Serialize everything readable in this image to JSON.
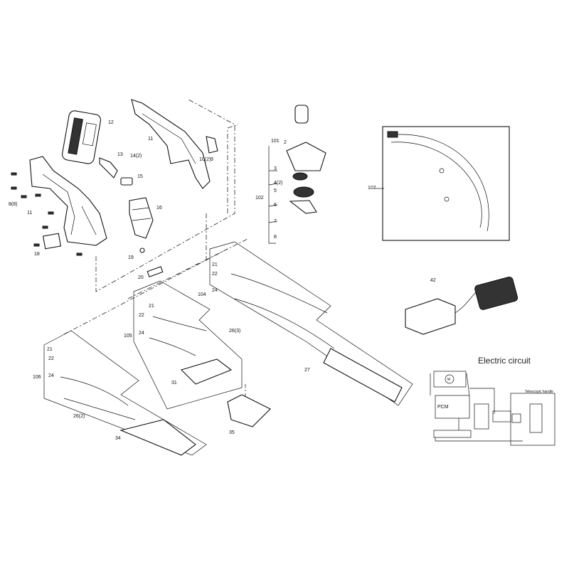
{
  "part_labels": [
    "12",
    "11",
    "13",
    "14(2)",
    "15",
    "16",
    "10(2)",
    "9",
    "8(8)",
    "11",
    "18",
    "19",
    "20",
    "101",
    "2",
    "3",
    "102",
    "4(2)",
    "5",
    "6",
    "7",
    "8",
    "107",
    "42",
    "21",
    "22",
    "24",
    "104",
    "26(3)",
    "27",
    "21",
    "22",
    "24",
    "105",
    "31",
    "21",
    "22",
    "24",
    "106",
    "26(2)",
    "34",
    "35"
  ],
  "circuit": {
    "title": "Electric circuit",
    "motor": "M",
    "controller": "PCM",
    "telescopic_label": "Telescopic handle"
  }
}
